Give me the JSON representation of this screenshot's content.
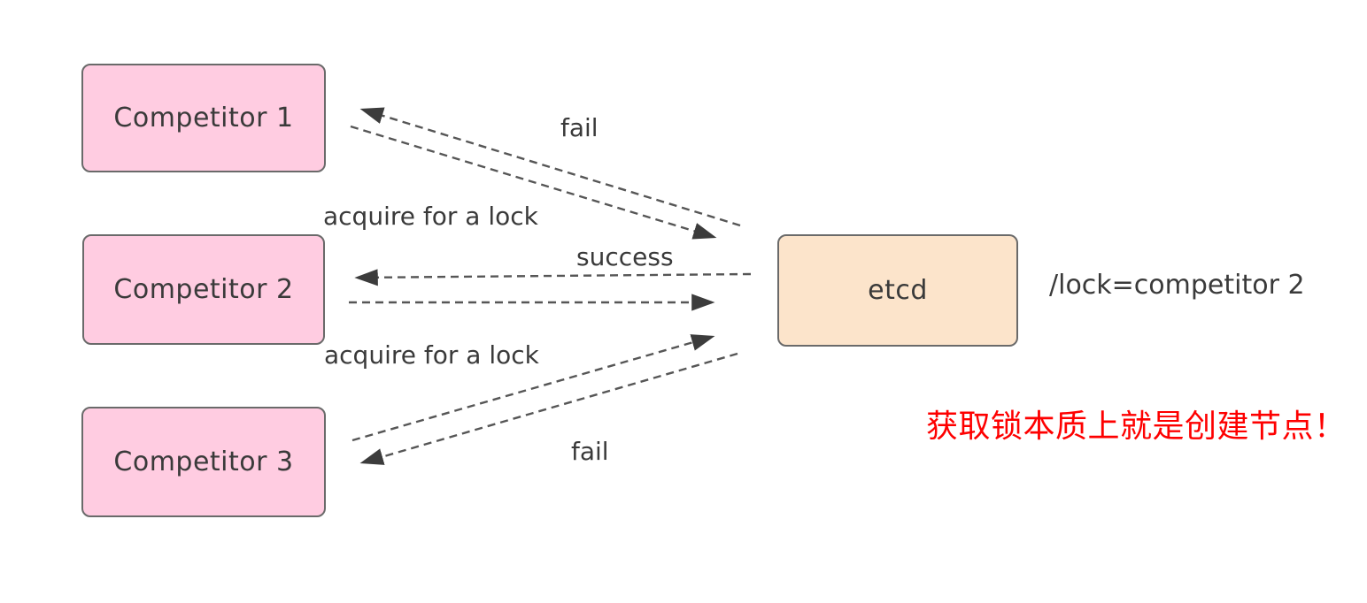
{
  "nodes": [
    {
      "id": "competitor-1",
      "label": "Competitor 1"
    },
    {
      "id": "competitor-2",
      "label": "Competitor 2"
    },
    {
      "id": "competitor-3",
      "label": "Competitor 3"
    },
    {
      "id": "etcd",
      "label": "etcd"
    }
  ],
  "edges": [
    {
      "from": "competitor-1",
      "to": "etcd",
      "style": "dashed",
      "label": "acquire for a lock"
    },
    {
      "from": "etcd",
      "to": "competitor-1",
      "style": "dashed",
      "label": "fail"
    },
    {
      "from": "competitor-2",
      "to": "etcd",
      "style": "dashed",
      "label": "acquire for a lock"
    },
    {
      "from": "etcd",
      "to": "competitor-2",
      "style": "dashed",
      "label": "success"
    },
    {
      "from": "competitor-3",
      "to": "etcd",
      "style": "dashed",
      "label": "acquire for a lock"
    },
    {
      "from": "etcd",
      "to": "competitor-3",
      "style": "dashed",
      "label": "fail"
    }
  ],
  "labels": [
    {
      "id": "fail-top",
      "text": "fail"
    },
    {
      "id": "acquire-top",
      "text": "acquire for a lock"
    },
    {
      "id": "success",
      "text": "success"
    },
    {
      "id": "acquire-bottom",
      "text": "acquire for a lock"
    },
    {
      "id": "fail-bottom",
      "text": "fail"
    },
    {
      "id": "lock-key",
      "text": "/lock=competitor 2"
    },
    {
      "id": "note-cn",
      "text": "获取锁本质上就是创建节点！"
    }
  ],
  "colors": {
    "background": "#ffffff",
    "competitor_fill": "#ffcce1",
    "etcd_fill": "#fce4cb",
    "node_border": "#6a6a6a",
    "node_text": "#3a3a3a",
    "label_text": "#3a3a3a",
    "arrow_stroke": "#565656",
    "arrow_head": "#3c3c3c",
    "annotation_red": "#fe0000"
  }
}
